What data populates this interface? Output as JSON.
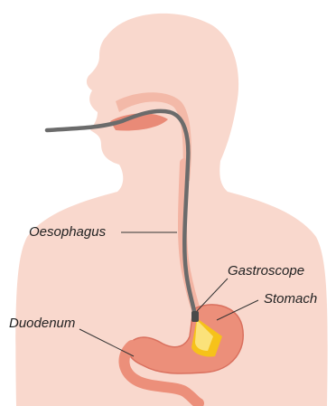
{
  "labels": {
    "oesophagus": "Oesophagus",
    "gastroscope": "Gastroscope",
    "stomach": "Stomach",
    "duodenum": "Duodenum"
  },
  "colors": {
    "skin": "#f9d8cd",
    "skin_shade": "#f3c6b8",
    "organ": "#ec8f7a",
    "organ_dark": "#d9705e",
    "scope": "#6b6b6b",
    "light": "#f6c21a",
    "label_text": "#222222"
  }
}
